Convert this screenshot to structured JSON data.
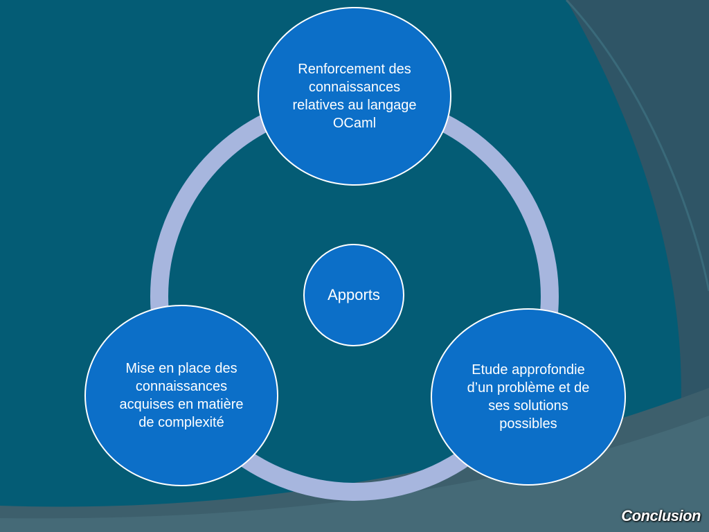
{
  "colors": {
    "background": "#045c75",
    "accent_panel": "#2f5566",
    "ring": "#a7b6de",
    "node_fill": "#0c6fc8",
    "node_border": "#ffffff",
    "text": "#ffffff"
  },
  "diagram": {
    "center": {
      "label": "Apports"
    },
    "nodes": [
      {
        "id": "top",
        "label": "Renforcement des connaissances relatives au langage OCaml"
      },
      {
        "id": "right",
        "label": "Etude approfondie d’un problème et de ses solutions possibles"
      },
      {
        "id": "left",
        "label": "Mise en place des connaissances acquises en matière de complexité"
      }
    ]
  },
  "footer": {
    "label": "Conclusion"
  }
}
